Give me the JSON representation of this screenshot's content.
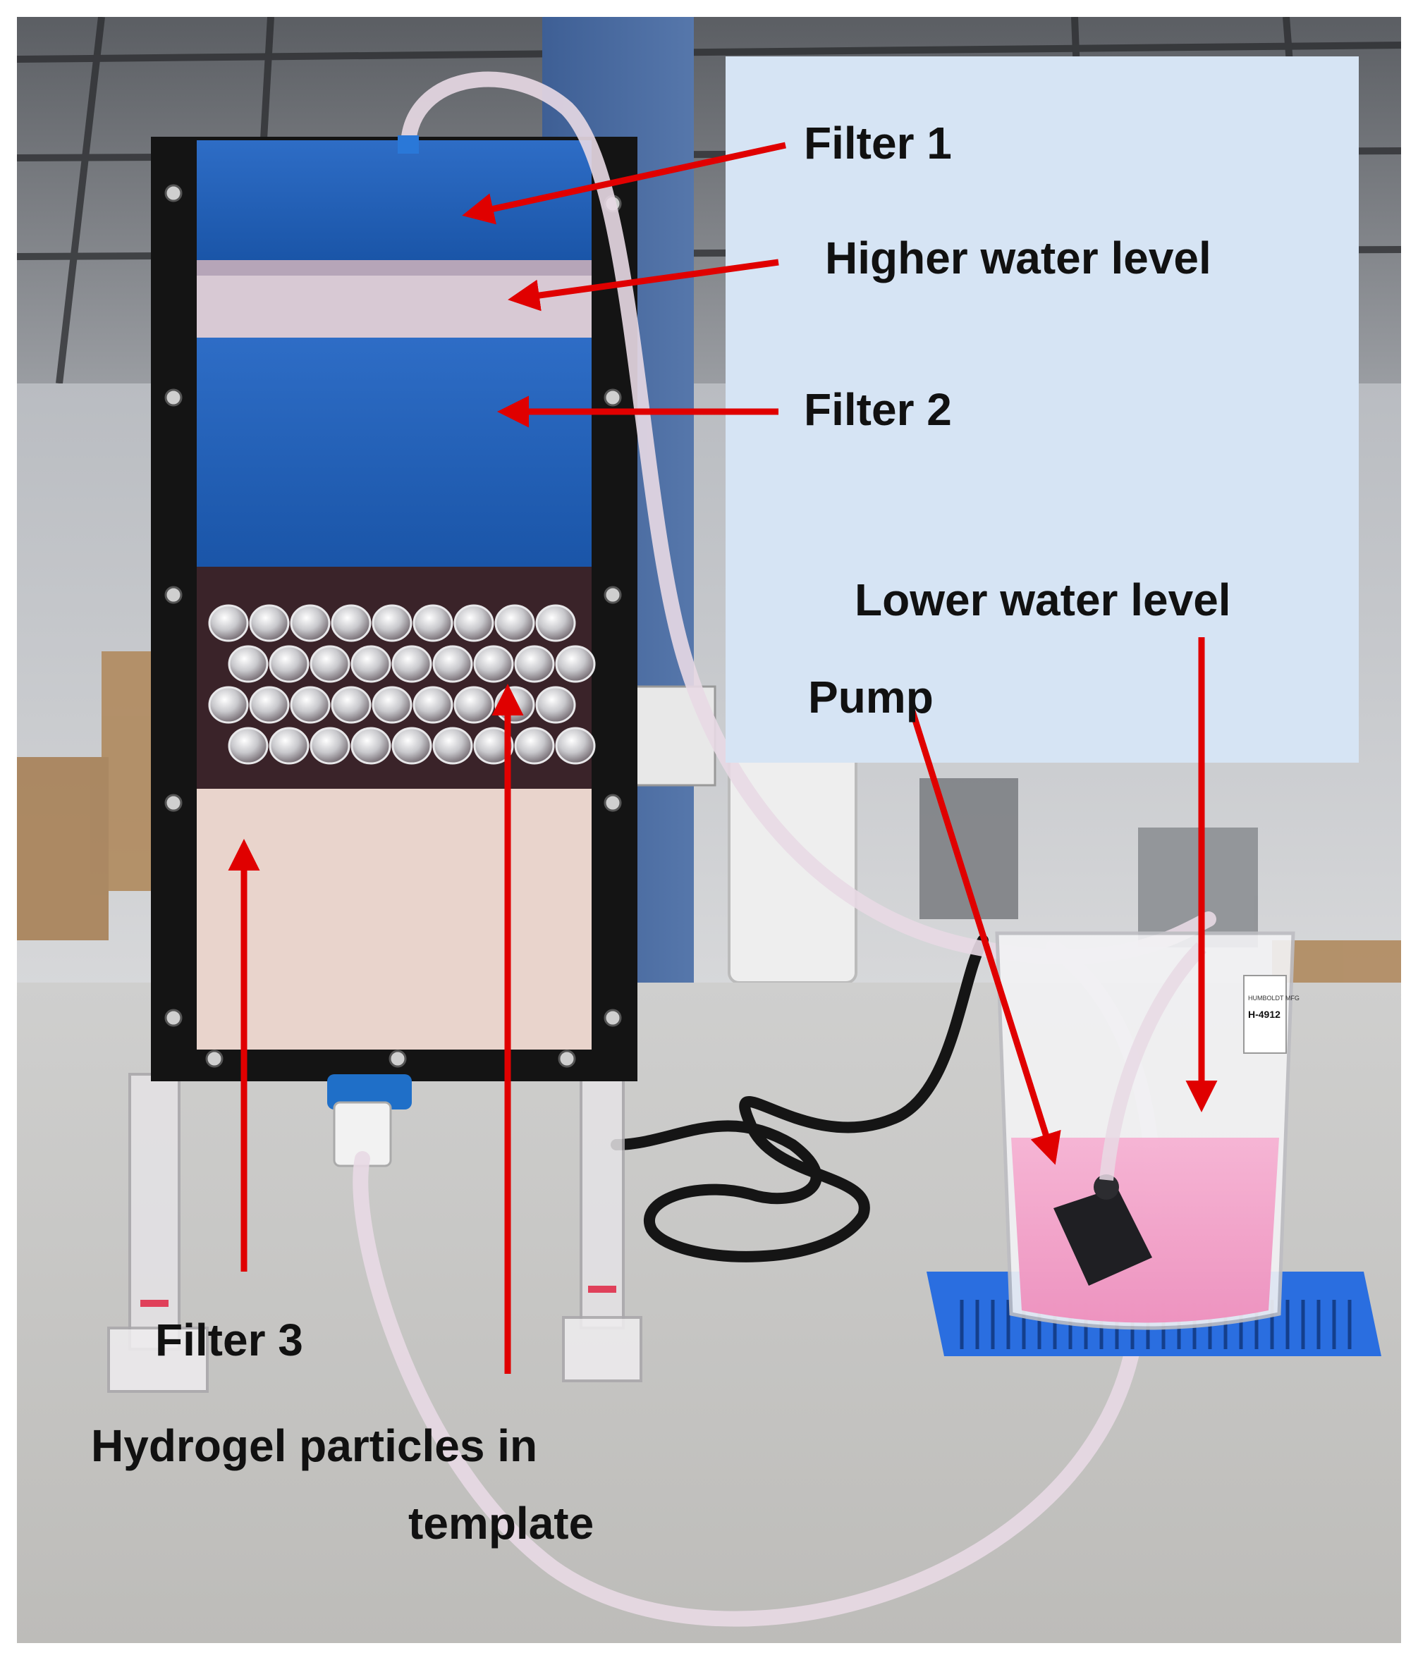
{
  "annotations": {
    "filter1": "Filter 1",
    "higher_water_level": "Higher water level",
    "filter2": "Filter 2",
    "lower_water_level": "Lower water level",
    "pump": "Pump",
    "filter3": "Filter 3",
    "hydrogel_line1": "Hydrogel particles in",
    "hydrogel_line2": "template"
  },
  "beaker_markings": {
    "brand": "HUMBOLDT MFG",
    "model": "H-4912"
  },
  "colors": {
    "label_panel": "#d6e4f4",
    "arrow": "#e00000",
    "filter_blue": "#1f5fb8",
    "frame_black": "#141414",
    "water_pink": "#f2a0c8",
    "stand_blue": "#2a6ee0"
  }
}
